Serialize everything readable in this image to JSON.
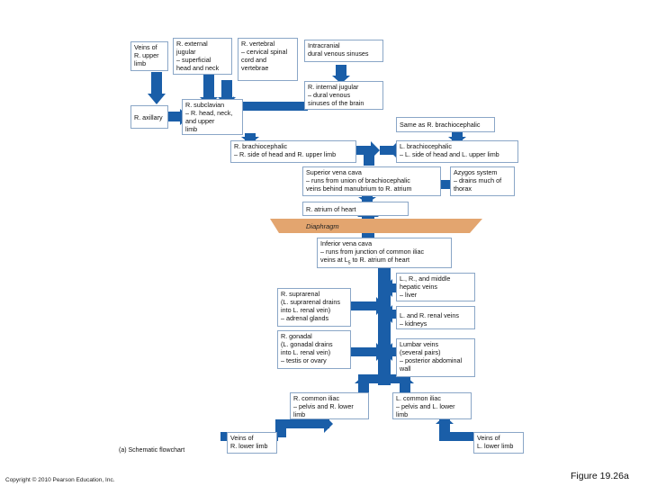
{
  "colors": {
    "vein": "#1a5ea8",
    "box_border": "#8aa6c7",
    "diaphragm": "#e3a56f"
  },
  "boxes": {
    "veins_r_upper": "Veins of\nR. upper\nlimb",
    "r_axillary": "R. axillary",
    "r_ext_jugular": "R. external\njugular\n– superficial\nhead and neck",
    "r_vertebral": "R. vertebral\n– cervical spinal\ncord and\nvertebrae",
    "intracranial": "Intracranial\ndural venous sinuses",
    "r_int_jugular": "R. internal jugular\n– dural venous\nsinuses of the brain",
    "r_subclavian": "R. subclavian\n– R. head, neck,\nand upper\nlimb",
    "same_as": "Same as R. brachiocephalic",
    "r_brachio": "R. brachiocephalic\n– R. side of head and R. upper limb",
    "l_brachio": "L. brachiocephalic\n– L. side of head and L. upper limb",
    "svc": "Superior vena cava\n– runs from union of brachiocephalic\nveins behind manubrium to R. atrium",
    "azygos": "Azygos system\n– drains much of\nthorax",
    "r_atrium": "R. atrium of heart",
    "ivc_line1": "Inferior vena cava",
    "ivc_line2": "– runs from junction of common iliac",
    "ivc_line3_pre": "veins at L",
    "ivc_line3_sub": "5",
    "ivc_line3_post": " to R. atrium of heart",
    "hepatic": "L., R., and middle\nhepatic veins\n– liver",
    "suprarenal": "R. suprarenal\n(L. suprarenal drains\ninto L. renal vein)\n– adrenal glands",
    "renal": "L. and R. renal veins\n– kidneys",
    "gonadal": "R. gonadal\n(L. gonadal drains\ninto L. renal vein)\n– testis or ovary",
    "lumbar": "Lumbar veins\n(several pairs)\n– posterior abdominal\nwall",
    "r_common_iliac": "R. common iliac\n– pelvis and R. lower\nlimb",
    "l_common_iliac": "L. common iliac\n– pelvis and L. lower\nlimb",
    "veins_r_lower": "Veins of\nR. lower limb",
    "veins_l_lower": "Veins of\nL. lower limb"
  },
  "diaphragm_label": "Diaphragm",
  "caption": "(a) Schematic flowchart",
  "copyright": "Copyright © 2010 Pearson Education, Inc.",
  "figure_label": "Figure 19.26a"
}
